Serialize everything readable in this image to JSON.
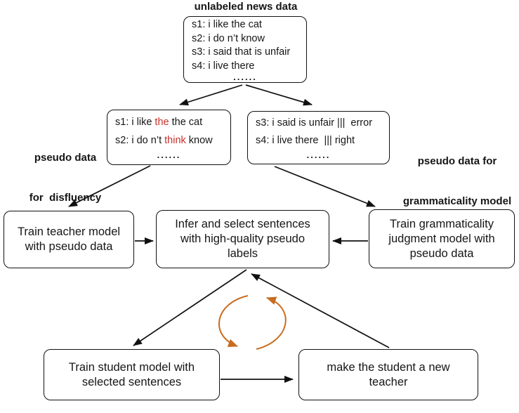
{
  "title": "unlabeled news data",
  "colors": {
    "red_word": "#c5322d",
    "cycle_orange": "#c86c1f",
    "line_black": "#111111"
  },
  "unlabeled_box": {
    "lines": [
      "s1: i like the cat",
      "s2: i do n’t know",
      "s3: i said that is unfair",
      "s4: i live there"
    ],
    "dots": "......"
  },
  "disfluency_label": {
    "line1": "pseudo data",
    "line2": "for  disfluency"
  },
  "disfluency_box": {
    "s1_pre": "s1: i like ",
    "s1_red": "the",
    "s1_post": " the cat",
    "s2_pre": "s2: i do n’t ",
    "s2_red": "think",
    "s2_post": " know",
    "dots": "......"
  },
  "grammaticality_box": {
    "line1": "s3: i said is unfair |||  error",
    "line2": "s4: i live there  ||| right",
    "dots": "......"
  },
  "grammaticality_label": {
    "line1": "pseudo data for",
    "line2": "grammaticality model"
  },
  "train_teacher_box": {
    "lines": [
      "Train teacher model",
      "with pseudo data"
    ]
  },
  "infer_box": {
    "lines": [
      "Infer and select sentences",
      "with high-quality pseudo",
      "labels"
    ]
  },
  "train_grammaticality_box": {
    "lines": [
      "Train grammaticality",
      "judgment model with",
      "pseudo data"
    ]
  },
  "train_student_box": {
    "lines": [
      "Train student model with",
      "selected sentences"
    ]
  },
  "new_teacher_box": {
    "lines": [
      "make the student a new",
      "teacher"
    ]
  }
}
